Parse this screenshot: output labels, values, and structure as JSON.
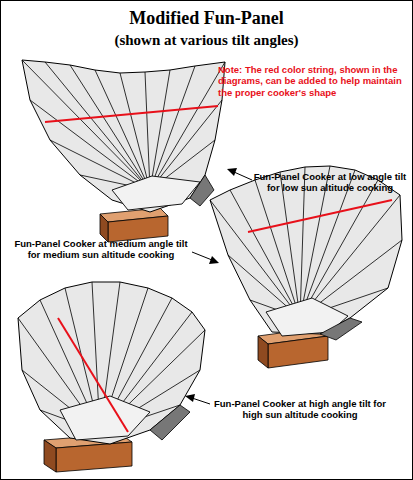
{
  "diagram": {
    "title": "Modified Fun-Panel",
    "labels": [
      "(shown at various tilt angles)",
      "Note: The red color string, shown in the diagrams, can be added to help maintain the proper cooker's shape",
      "Fun-Panel Cooker at low angle tilt for low sun altitude cooking",
      "Fun-Panel Cooker at medium angle tilt for medium sun altitude cooking",
      "Fun-Panel Cooker at high angle tilt for high sun altitude cooking"
    ]
  }
}
